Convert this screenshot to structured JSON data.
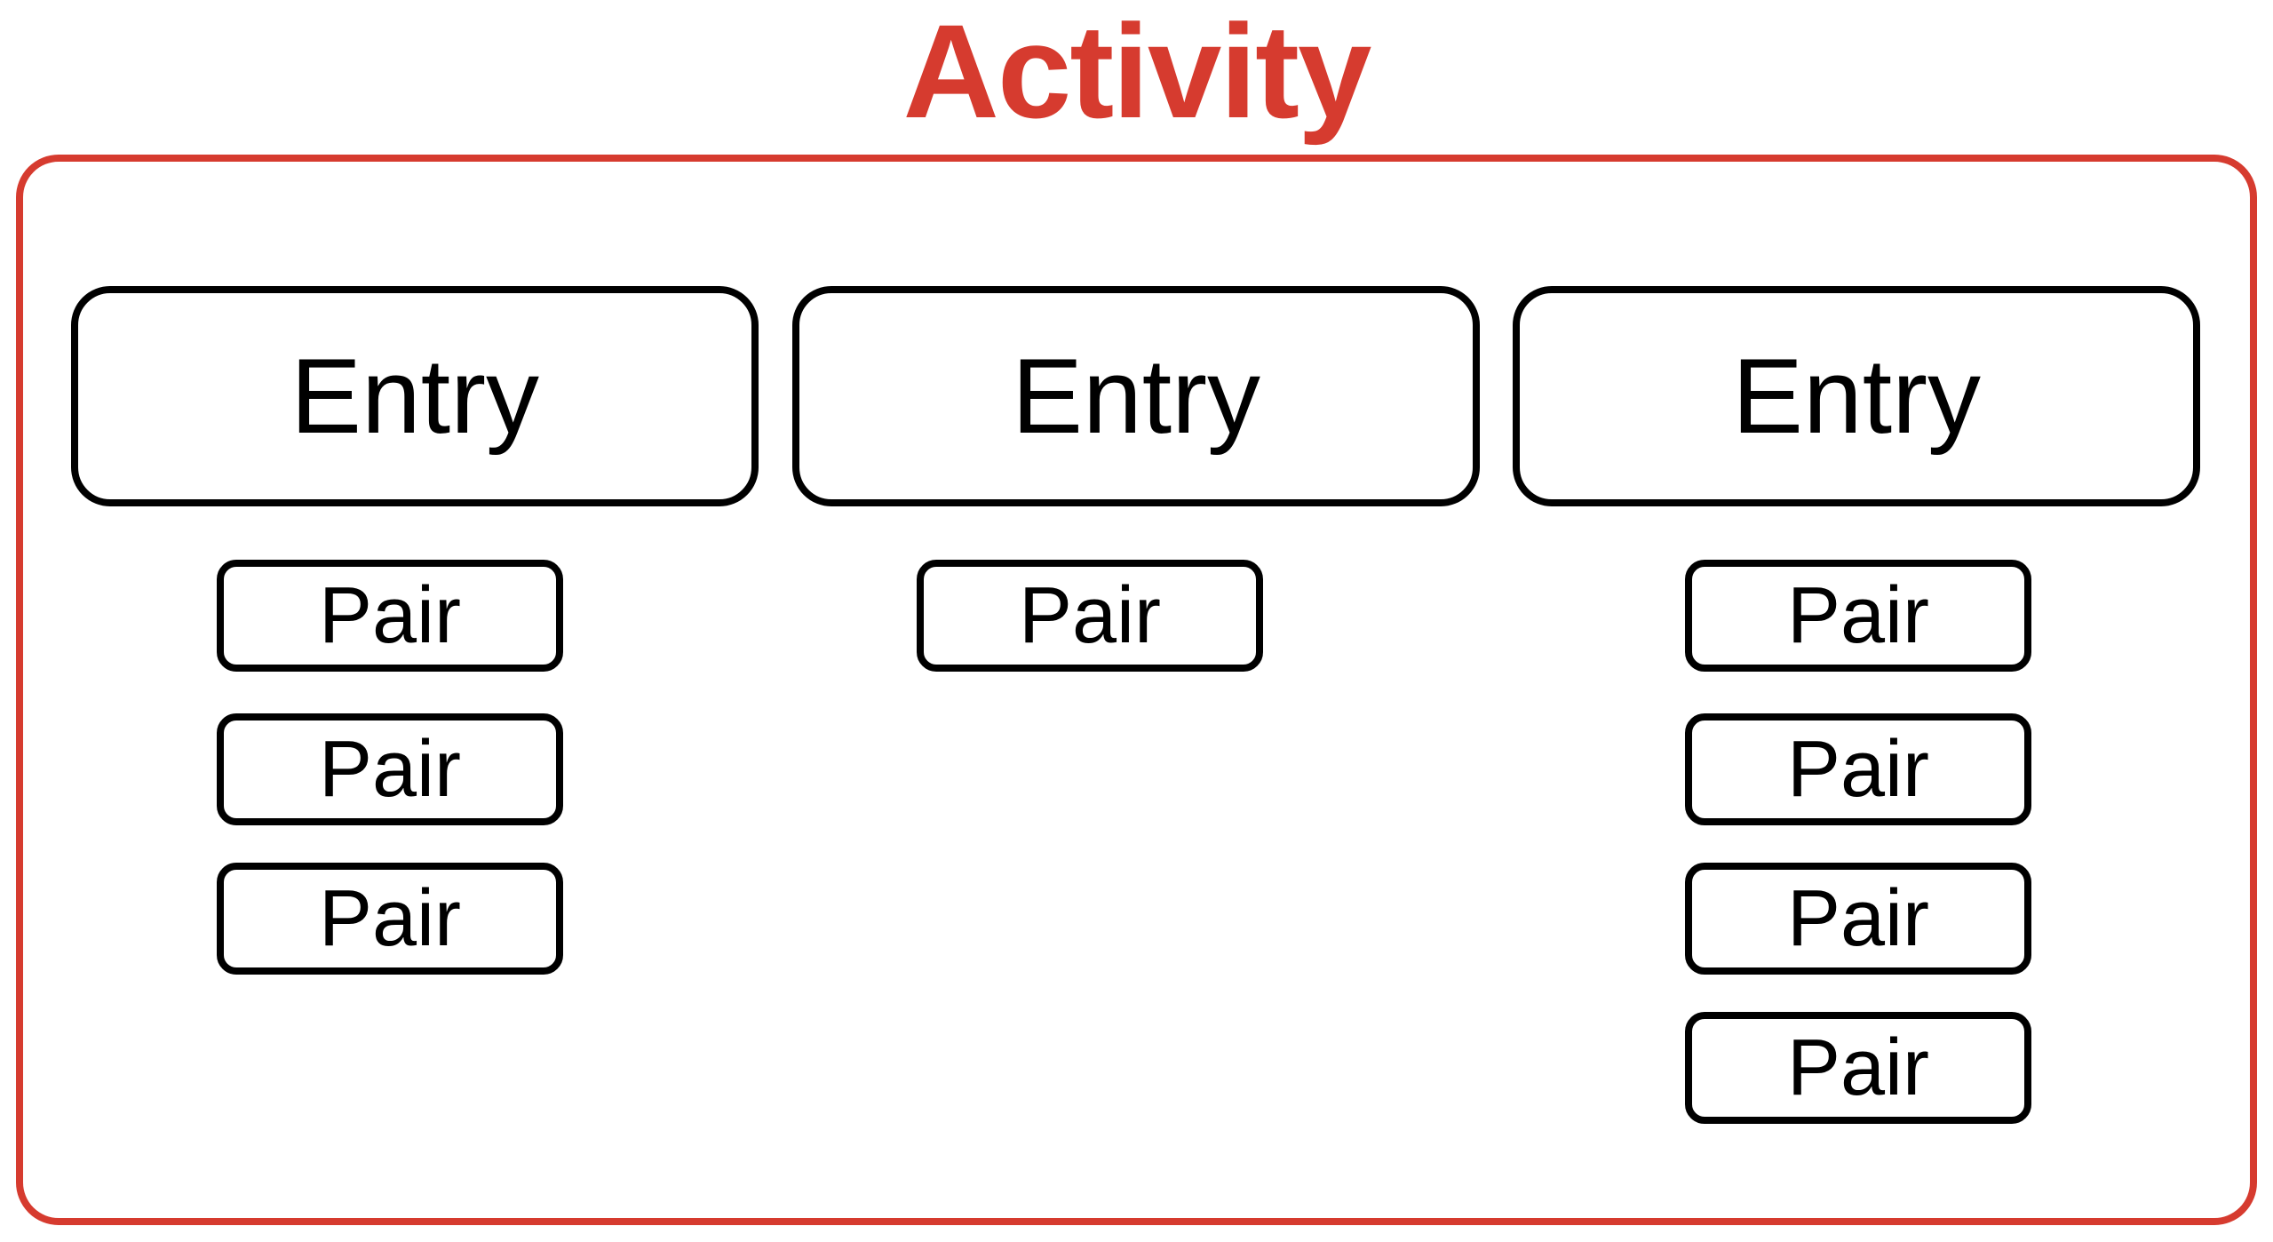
{
  "title": "Activity",
  "colors": {
    "activity": "#d63b2f",
    "box_stroke": "#000000"
  },
  "entries": [
    {
      "label": "Entry",
      "pairs": [
        "Pair",
        "Pair",
        "Pair"
      ]
    },
    {
      "label": "Entry",
      "pairs": [
        "Pair"
      ]
    },
    {
      "label": "Entry",
      "pairs": [
        "Pair",
        "Pair",
        "Pair",
        "Pair"
      ]
    }
  ]
}
